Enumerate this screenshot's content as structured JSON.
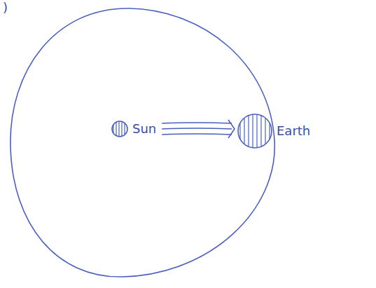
{
  "diagram": {
    "nodes": [
      {
        "text": [
          "Sun"
        ]
      },
      {
        "text": [
          "Earth"
        ]
      }
    ],
    "edges": [
      {
        "from": 0,
        "to": 1,
        "arrow": "to"
      }
    ],
    "labels": [
      ")"
    ]
  }
}
